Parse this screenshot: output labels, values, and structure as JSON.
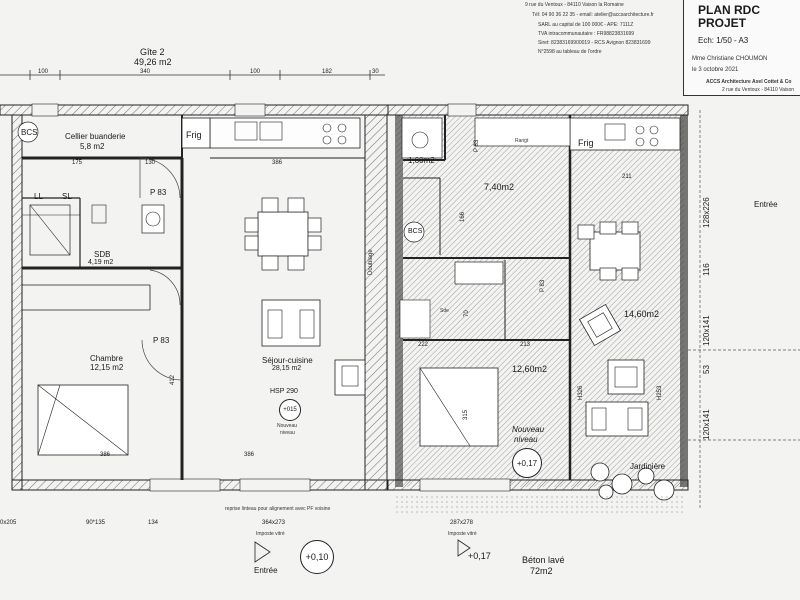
{
  "title_block": {
    "title_line1": "PLAN RDC",
    "title_line2": "PROJET",
    "scale": "Ech: 1/50 - A3",
    "client": "Mme Christiane CHOUMON",
    "date": "le 3 octobre 2021",
    "firm": "ACCS Architecture Axel Cottet & Co",
    "firm_address": "2 rue du Ventoux - 84110 Vaison"
  },
  "firm_header": {
    "line1": "9 rue du Ventoux - 84110 Vaison la Romaine",
    "line2": "Tél: 04 90 36 22 35 - email: atelier@accsarchitecture.fr",
    "line3": "SARL au capital de 100 000€ - APE: 7111Z",
    "line4": "TVA intracommunautaire : FR98823831699",
    "line5": "Siret: 82383169900019 - RCS Avignon 823831699",
    "line6": "N°2598 au tableau de l'ordre"
  },
  "gite": {
    "name": "Gîte 2",
    "area": "49,26 m2"
  },
  "rooms": {
    "cellier_name": "Cellier buanderie",
    "cellier_area": "5,8 m2",
    "sdb_name": "SDB",
    "sdb_area": "4,19 m2",
    "chambre_name": "Chambre",
    "chambre_area": "12,15 m2",
    "sejour_name": "Séjour-cuisine",
    "sejour_area": "28,15 m2",
    "hsp": "HSP 290",
    "wc_area": "1,60m2",
    "entry_area": "7,40m2",
    "salon_area": "14,60m2",
    "bedroom2_area": "12,60m2",
    "sde_label": "Sde"
  },
  "labels": {
    "frig1": "Frig",
    "frig2": "Frig",
    "ll": "LL",
    "sl": "SL",
    "bcs1": "BCS",
    "bcs2": "BCS",
    "p83_1": "P 83",
    "p83_2": "P 83",
    "p83_3": "P 83",
    "p83_4": "P 83",
    "nouveau_niveau": "Nouveau niveau",
    "nouveau_niveau_2": "Nouveau",
    "nouveau_niveau_3": "niveau",
    "level_015": "+015",
    "level_017": "+0,17",
    "level_010": "+0,10",
    "level_017b": "+0,17",
    "entree_left": "Entrée",
    "entree_right": "Entrée",
    "jardiniere": "Jardinière",
    "beton_lave": "Béton lavé",
    "beton_area": "72m2",
    "imposte1": "Imposte vitré",
    "imposte2": "Imposte vitré",
    "reprise": "reprise linteau pour alignement avec PF voisine",
    "doublage": "Doublage",
    "rangt": "Rangt"
  },
  "dims": {
    "top1": "100",
    "top2": "340",
    "top3": "100",
    "top4": "182",
    "top5": "30",
    "d175": "175",
    "d130": "130",
    "d386": "386",
    "d211": "211",
    "d222": "222",
    "d213": "213",
    "d315": "315",
    "d166": "166",
    "d70": "70",
    "d412": "412",
    "d386b": "386",
    "d134": "134",
    "d364": "364x273",
    "d287": "287x278",
    "d90": "90*135",
    "d0x205": "0x205",
    "r128": "128x226",
    "r116": "116",
    "r120a": "120x141",
    "r53": "53",
    "r120b": "120x141",
    "h326": "H326",
    "h253": "H253"
  },
  "colors": {
    "hatch": "#7a7a7a",
    "wall": "#222222",
    "paper": "#f3f3f1"
  }
}
